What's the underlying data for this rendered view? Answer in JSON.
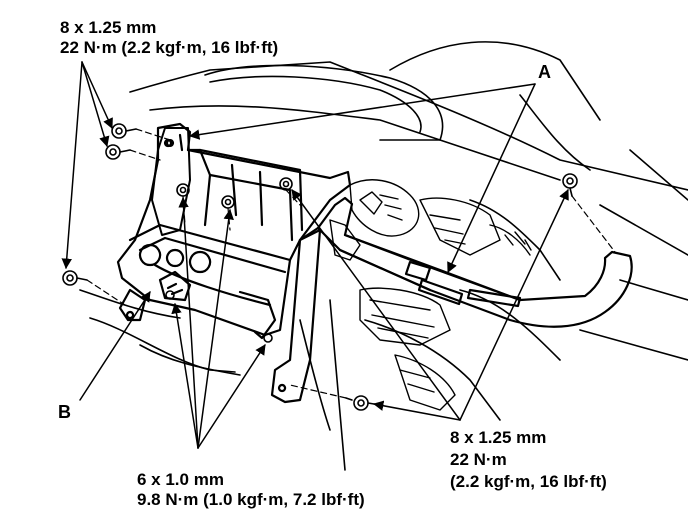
{
  "labels": {
    "top_left_spec": {
      "size": "8 x 1.25 mm",
      "torque": "22 N·m (2.2 kgf·m, 16 lbf·ft)"
    },
    "bottom_center_spec": {
      "size": "6 x 1.0 mm",
      "torque": "9.8 N·m (1.0 kgf·m, 7.2 lbf·ft)"
    },
    "bottom_right_spec": {
      "size": "8 x 1.25 mm",
      "torque": "22 N·m",
      "torque_detail": "(2.2 kgf·m, 16 lbf·ft)"
    },
    "callout_a": "A",
    "callout_b": "B"
  },
  "style": {
    "ink": "#000000",
    "paper": "#ffffff"
  }
}
